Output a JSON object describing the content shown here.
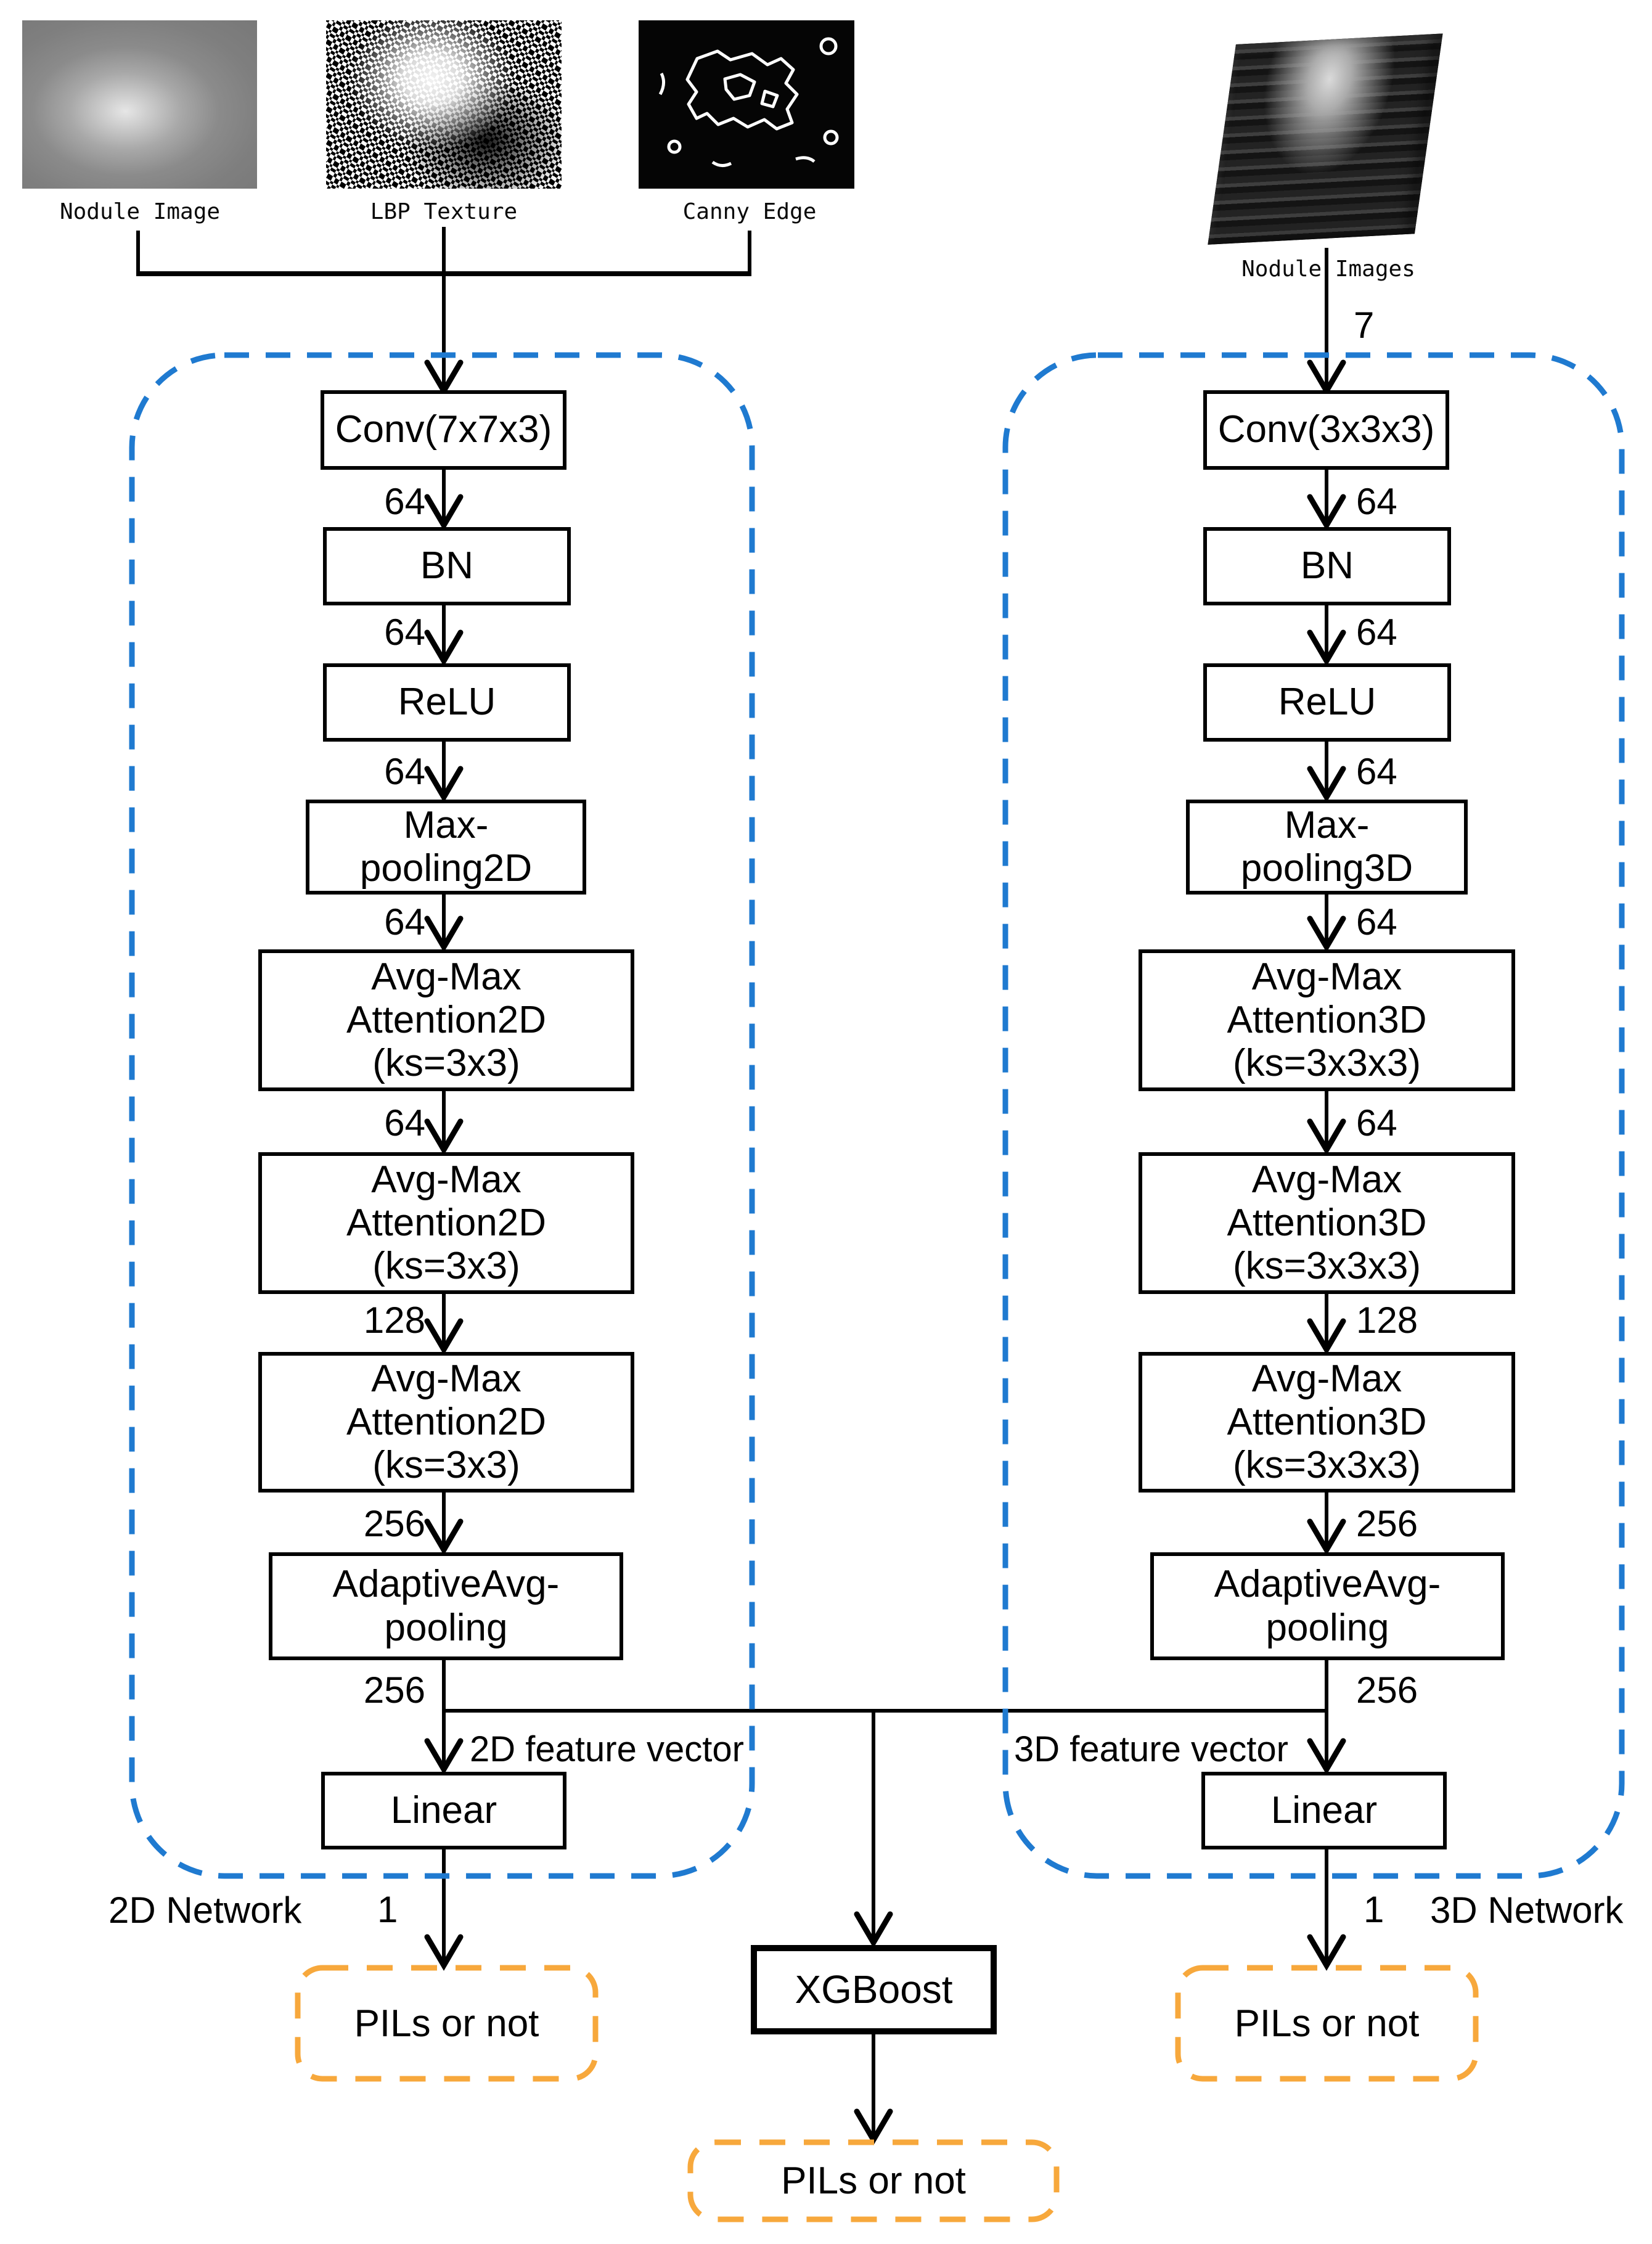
{
  "colors": {
    "network_outline": "#1f7ad0",
    "result_outline": "#f7a83c",
    "node_border": "#000000",
    "background": "#ffffff"
  },
  "inputs_2d": {
    "image1_label": "Nodule Image",
    "image2_label": "LBP Texture",
    "image3_label": "Canny Edge"
  },
  "input_3d": {
    "label": "Nodule Images",
    "input_channel": "7"
  },
  "net2d": {
    "name": "2D Network",
    "layers": {
      "conv": "Conv(7x7x3)",
      "bn": "BN",
      "relu": "ReLU",
      "maxpool": "Max-\npooling2D",
      "att1": "Avg-Max\nAttention2D\n(ks=3x3)",
      "att2": "Avg-Max\nAttention2D\n(ks=3x3)",
      "att3": "Avg-Max\nAttention2D\n(ks=3x3)",
      "adaptive": "AdaptiveAvg-\npooling",
      "linear": "Linear"
    },
    "channels": [
      "64",
      "64",
      "64",
      "64",
      "64",
      "128",
      "256"
    ],
    "branch_channel": "256",
    "output_channel": "1",
    "feature_label": "2D feature vector",
    "result": "PILs or not"
  },
  "net3d": {
    "name": "3D Network",
    "layers": {
      "conv": "Conv(3x3x3)",
      "bn": "BN",
      "relu": "ReLU",
      "maxpool": "Max-\npooling3D",
      "att1": "Avg-Max\nAttention3D\n(ks=3x3x3)",
      "att2": "Avg-Max\nAttention3D\n(ks=3x3x3)",
      "att3": "Avg-Max\nAttention3D\n(ks=3x3x3)",
      "adaptive": "AdaptiveAvg-\npooling",
      "linear": "Linear"
    },
    "channels": [
      "64",
      "64",
      "64",
      "64",
      "64",
      "128",
      "256"
    ],
    "branch_channel": "256",
    "output_channel": "1",
    "feature_label": "3D feature vector",
    "result": "PILs or not"
  },
  "fusion": {
    "classifier": "XGBoost",
    "result": "PILs or not"
  }
}
